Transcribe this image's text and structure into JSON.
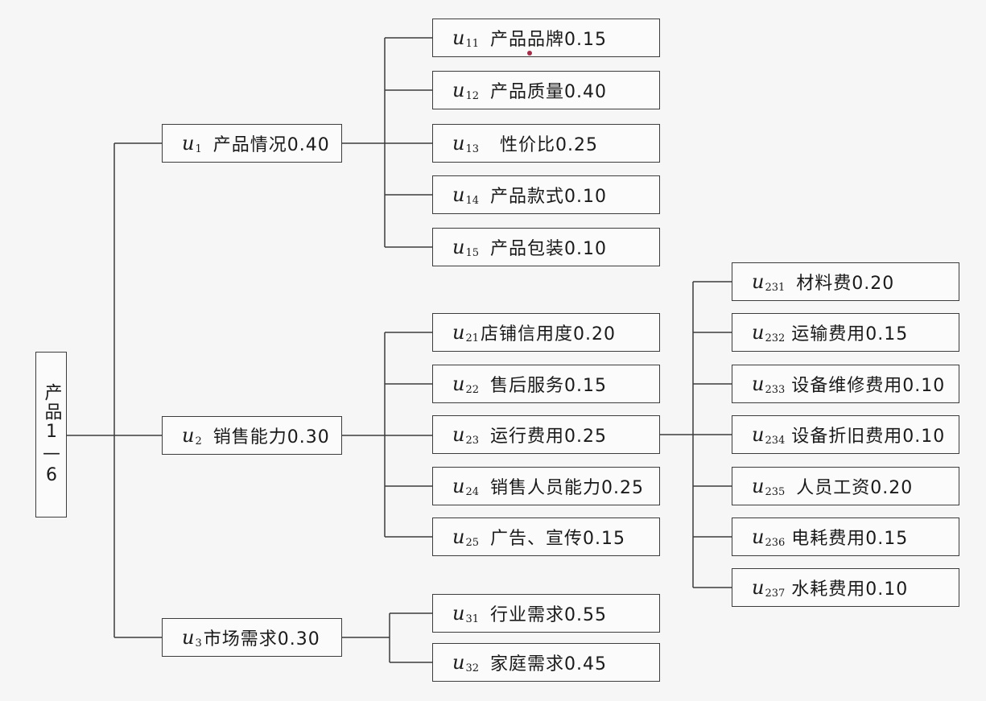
{
  "root": {
    "label": "产品1—6"
  },
  "level1": [
    {
      "sym": "u",
      "sub": "1",
      "label": "产品情况0.40"
    },
    {
      "sym": "u",
      "sub": "2",
      "label": "销售能力0.30"
    },
    {
      "sym": "u",
      "sub": "3",
      "label": "市场需求0.30"
    }
  ],
  "level2": [
    {
      "sym": "u",
      "sub": "11",
      "label": "产品品牌0.15"
    },
    {
      "sym": "u",
      "sub": "12",
      "label": "产品质量0.40"
    },
    {
      "sym": "u",
      "sub": "13",
      "label": "性价比0.25"
    },
    {
      "sym": "u",
      "sub": "14",
      "label": "产品款式0.10"
    },
    {
      "sym": "u",
      "sub": "15",
      "label": "产品包装0.10"
    },
    {
      "sym": "u",
      "sub": "21",
      "label": "店铺信用度0.20"
    },
    {
      "sym": "u",
      "sub": "22",
      "label": "售后服务0.15"
    },
    {
      "sym": "u",
      "sub": "23",
      "label": "运行费用0.25"
    },
    {
      "sym": "u",
      "sub": "24",
      "label": "销售人员能力0.25"
    },
    {
      "sym": "u",
      "sub": "25",
      "label": "广告、宣传0.15"
    },
    {
      "sym": "u",
      "sub": "31",
      "label": "行业需求0.55"
    },
    {
      "sym": "u",
      "sub": "32",
      "label": "家庭需求0.45"
    }
  ],
  "level3": [
    {
      "sym": "u",
      "sub": "231",
      "label": "材料费0.20"
    },
    {
      "sym": "u",
      "sub": "232",
      "label": "运输费用0.15"
    },
    {
      "sym": "u",
      "sub": "233",
      "label": "设备维修费用0.10"
    },
    {
      "sym": "u",
      "sub": "234",
      "label": "设备折旧费用0.10"
    },
    {
      "sym": "u",
      "sub": "235",
      "label": "人员工资0.20"
    },
    {
      "sym": "u",
      "sub": "236",
      "label": "电耗费用0.15"
    },
    {
      "sym": "u",
      "sub": "237",
      "label": "水耗费用0.10"
    }
  ]
}
